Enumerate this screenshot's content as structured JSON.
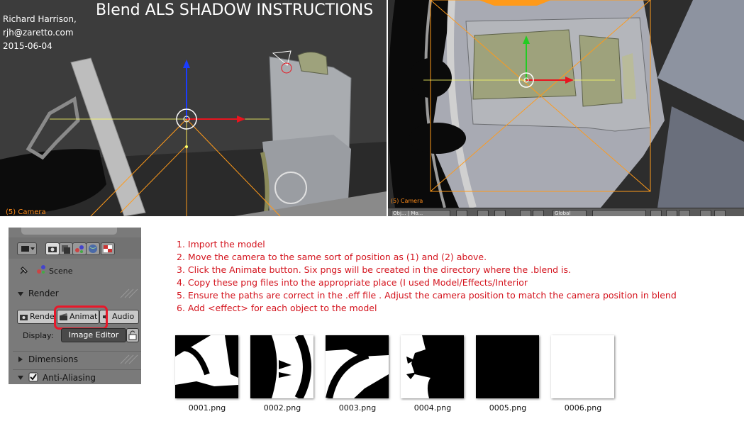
{
  "header": {
    "title": "Blend ALS SHADOW INSTRUCTIONS",
    "author_name": "Richard Harrison,",
    "author_email": "rjh@zaretto.com",
    "date": "2015-06-04"
  },
  "viewports": {
    "left_label": "(5) Camera",
    "right_label": "(5) Camera",
    "right_header": {
      "mode_label": "Obj... | Mo...",
      "global_label": "Global"
    }
  },
  "properties_panel": {
    "scene_label": "Scene",
    "render_section": "Render",
    "buttons": {
      "render": "Render",
      "animation": "Animat",
      "audio": "Audio"
    },
    "display_label": "Display:",
    "display_value": "Image Editor",
    "dimensions_section": "Dimensions",
    "antialiasing_section": "Anti-Aliasing",
    "antialiasing_checked": true
  },
  "instructions": [
    "1. Import the model",
    "2. Move the camera to the same sort of position as (1) and (2) above.",
    "3. Click the Animate button. Six pngs will be created in the directory where the .blend is.",
    "4. Copy these png files into the appropriate place (I used Model/Effects/Interior",
    "5. Ensure the paths are correct in the .eff file . Adjust the camera position to match the camera position in blend",
    "6. Add <effect> for each object to the model"
  ],
  "thumbnails": [
    {
      "filename": "0001.png"
    },
    {
      "filename": "0002.png"
    },
    {
      "filename": "0003.png"
    },
    {
      "filename": "0004.png"
    },
    {
      "filename": "0005.png"
    },
    {
      "filename": "0006.png"
    }
  ],
  "colors": {
    "instruction_text": "#d4141e",
    "highlight": "#e8182a",
    "camera_label": "#ff8c1a",
    "axis_red": "#e8141e",
    "axis_green": "#22cc22",
    "axis_blue": "#1a3cff",
    "camera_lines": "#ff9a1a"
  }
}
